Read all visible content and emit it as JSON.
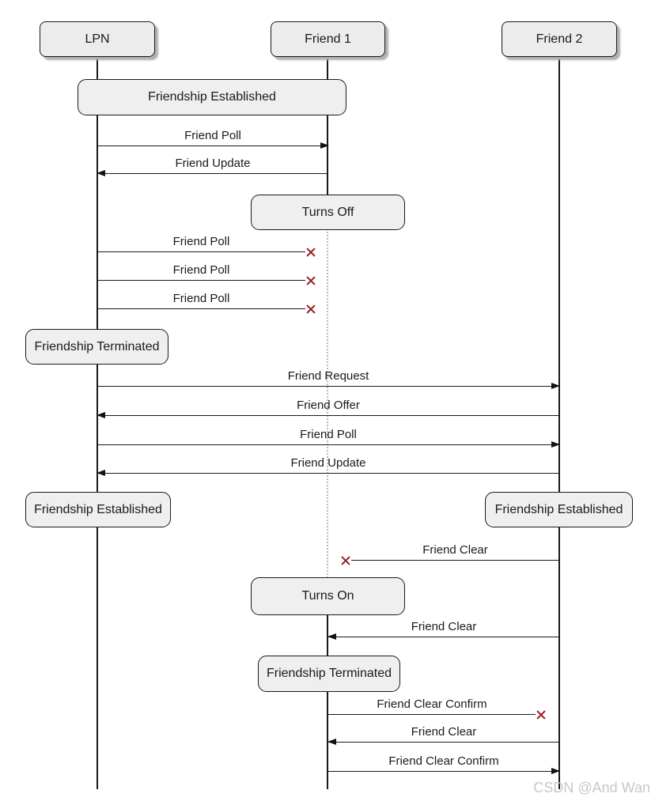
{
  "diagram": {
    "type": "sequence-diagram",
    "actors": [
      {
        "label": "LPN"
      },
      {
        "label": "Friend 1"
      },
      {
        "label": "Friend 2"
      }
    ],
    "state_boxes": [
      {
        "label": "Friendship Established",
        "lifeline": "LPN + Friend 1"
      },
      {
        "label": "Turns Off",
        "lifeline": "Friend 1"
      },
      {
        "label": "Friendship Terminated",
        "lifeline": "LPN"
      },
      {
        "label": "Friendship Established",
        "lifeline": "LPN"
      },
      {
        "label": "Friendship Established",
        "lifeline": "Friend 2"
      },
      {
        "label": "Turns On",
        "lifeline": "Friend 1"
      },
      {
        "label": "Friendship Terminated",
        "lifeline": "Friend 1"
      }
    ],
    "messages": [
      {
        "label": "Friend Poll",
        "from": "LPN",
        "to": "Friend 1",
        "status": "delivered"
      },
      {
        "label": "Friend Update",
        "from": "Friend 1",
        "to": "LPN",
        "status": "delivered"
      },
      {
        "label": "Friend Poll",
        "from": "LPN",
        "to": "Friend 1",
        "status": "lost"
      },
      {
        "label": "Friend Poll",
        "from": "LPN",
        "to": "Friend 1",
        "status": "lost"
      },
      {
        "label": "Friend Poll",
        "from": "LPN",
        "to": "Friend 1",
        "status": "lost"
      },
      {
        "label": "Friend Request",
        "from": "LPN",
        "to": "Friend 2",
        "status": "delivered"
      },
      {
        "label": "Friend Offer",
        "from": "Friend 2",
        "to": "LPN",
        "status": "delivered"
      },
      {
        "label": "Friend Poll",
        "from": "LPN",
        "to": "Friend 2",
        "status": "delivered"
      },
      {
        "label": "Friend Update",
        "from": "Friend 2",
        "to": "LPN",
        "status": "delivered"
      },
      {
        "label": "Friend Clear",
        "from": "Friend 2",
        "to": "Friend 1",
        "status": "lost"
      },
      {
        "label": "Friend Clear",
        "from": "Friend 2",
        "to": "Friend 1",
        "status": "delivered"
      },
      {
        "label": "Friend Clear Confirm",
        "from": "Friend 1",
        "to": "Friend 2",
        "status": "lost"
      },
      {
        "label": "Friend Clear",
        "from": "Friend 2",
        "to": "Friend 1",
        "status": "delivered"
      },
      {
        "label": "Friend Clear Confirm",
        "from": "Friend 1",
        "to": "Friend 2",
        "status": "delivered"
      }
    ],
    "watermark": "CSDN @And Wan",
    "colors": {
      "box_fill": "#ececec",
      "box_border": "#1a1a1a",
      "message_line": "#1a1a1a",
      "lost_x": "#9b1c1c",
      "inactive_lifeline": "#b8b8b8",
      "watermark": "#c8c8c8"
    }
  }
}
